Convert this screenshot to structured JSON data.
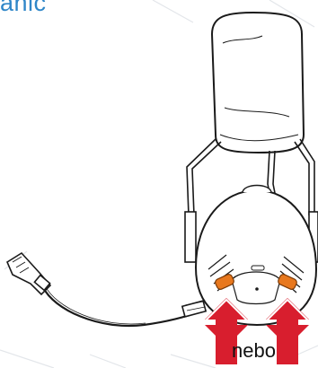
{
  "header": {
    "title": "anic"
  },
  "caption": {
    "text": "nebo"
  },
  "colors": {
    "title": "#2f86c8",
    "arrow": "#d81e2e",
    "button": "#e8781e",
    "outline": "#1a1a1a",
    "watermark": "#e3e6ea"
  },
  "icons": [
    "headset",
    "microphone-boom",
    "press-arrow"
  ]
}
